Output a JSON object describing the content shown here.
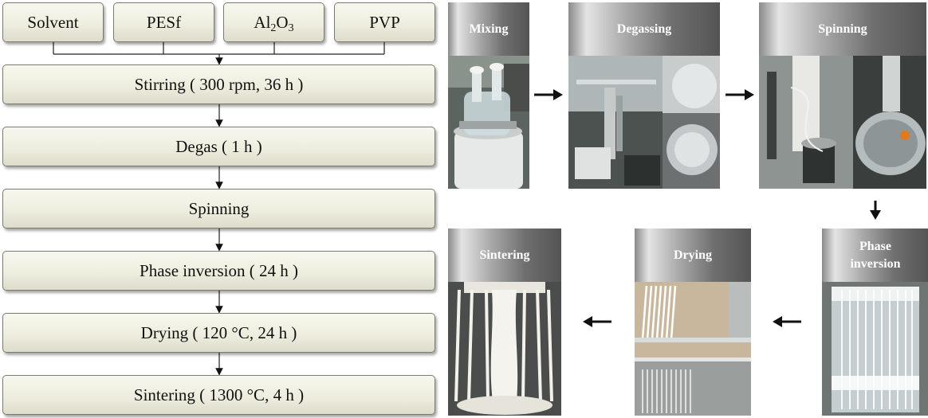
{
  "flow": {
    "inputs": [
      {
        "label": "Solvent"
      },
      {
        "label": "PESf"
      },
      {
        "label_main": "Al",
        "sub1": "2",
        "mid": "O",
        "sub2": "3"
      },
      {
        "label": "PVP"
      }
    ],
    "steps": [
      "Stirring ( 300 rpm, 36 h )",
      "Degas ( 1 h )",
      "Spinning",
      "Phase inversion ( 24 h )",
      "Drying ( 120 °C, 24 h )",
      "Sintering ( 1300 °C, 4 h )"
    ]
  },
  "photos": {
    "mixing": "Mixing",
    "degassing": "Degassing",
    "spinning": "Spinning",
    "phase_inversion": "Phase\ninversion",
    "drying": "Drying",
    "sintering": "Sintering"
  }
}
